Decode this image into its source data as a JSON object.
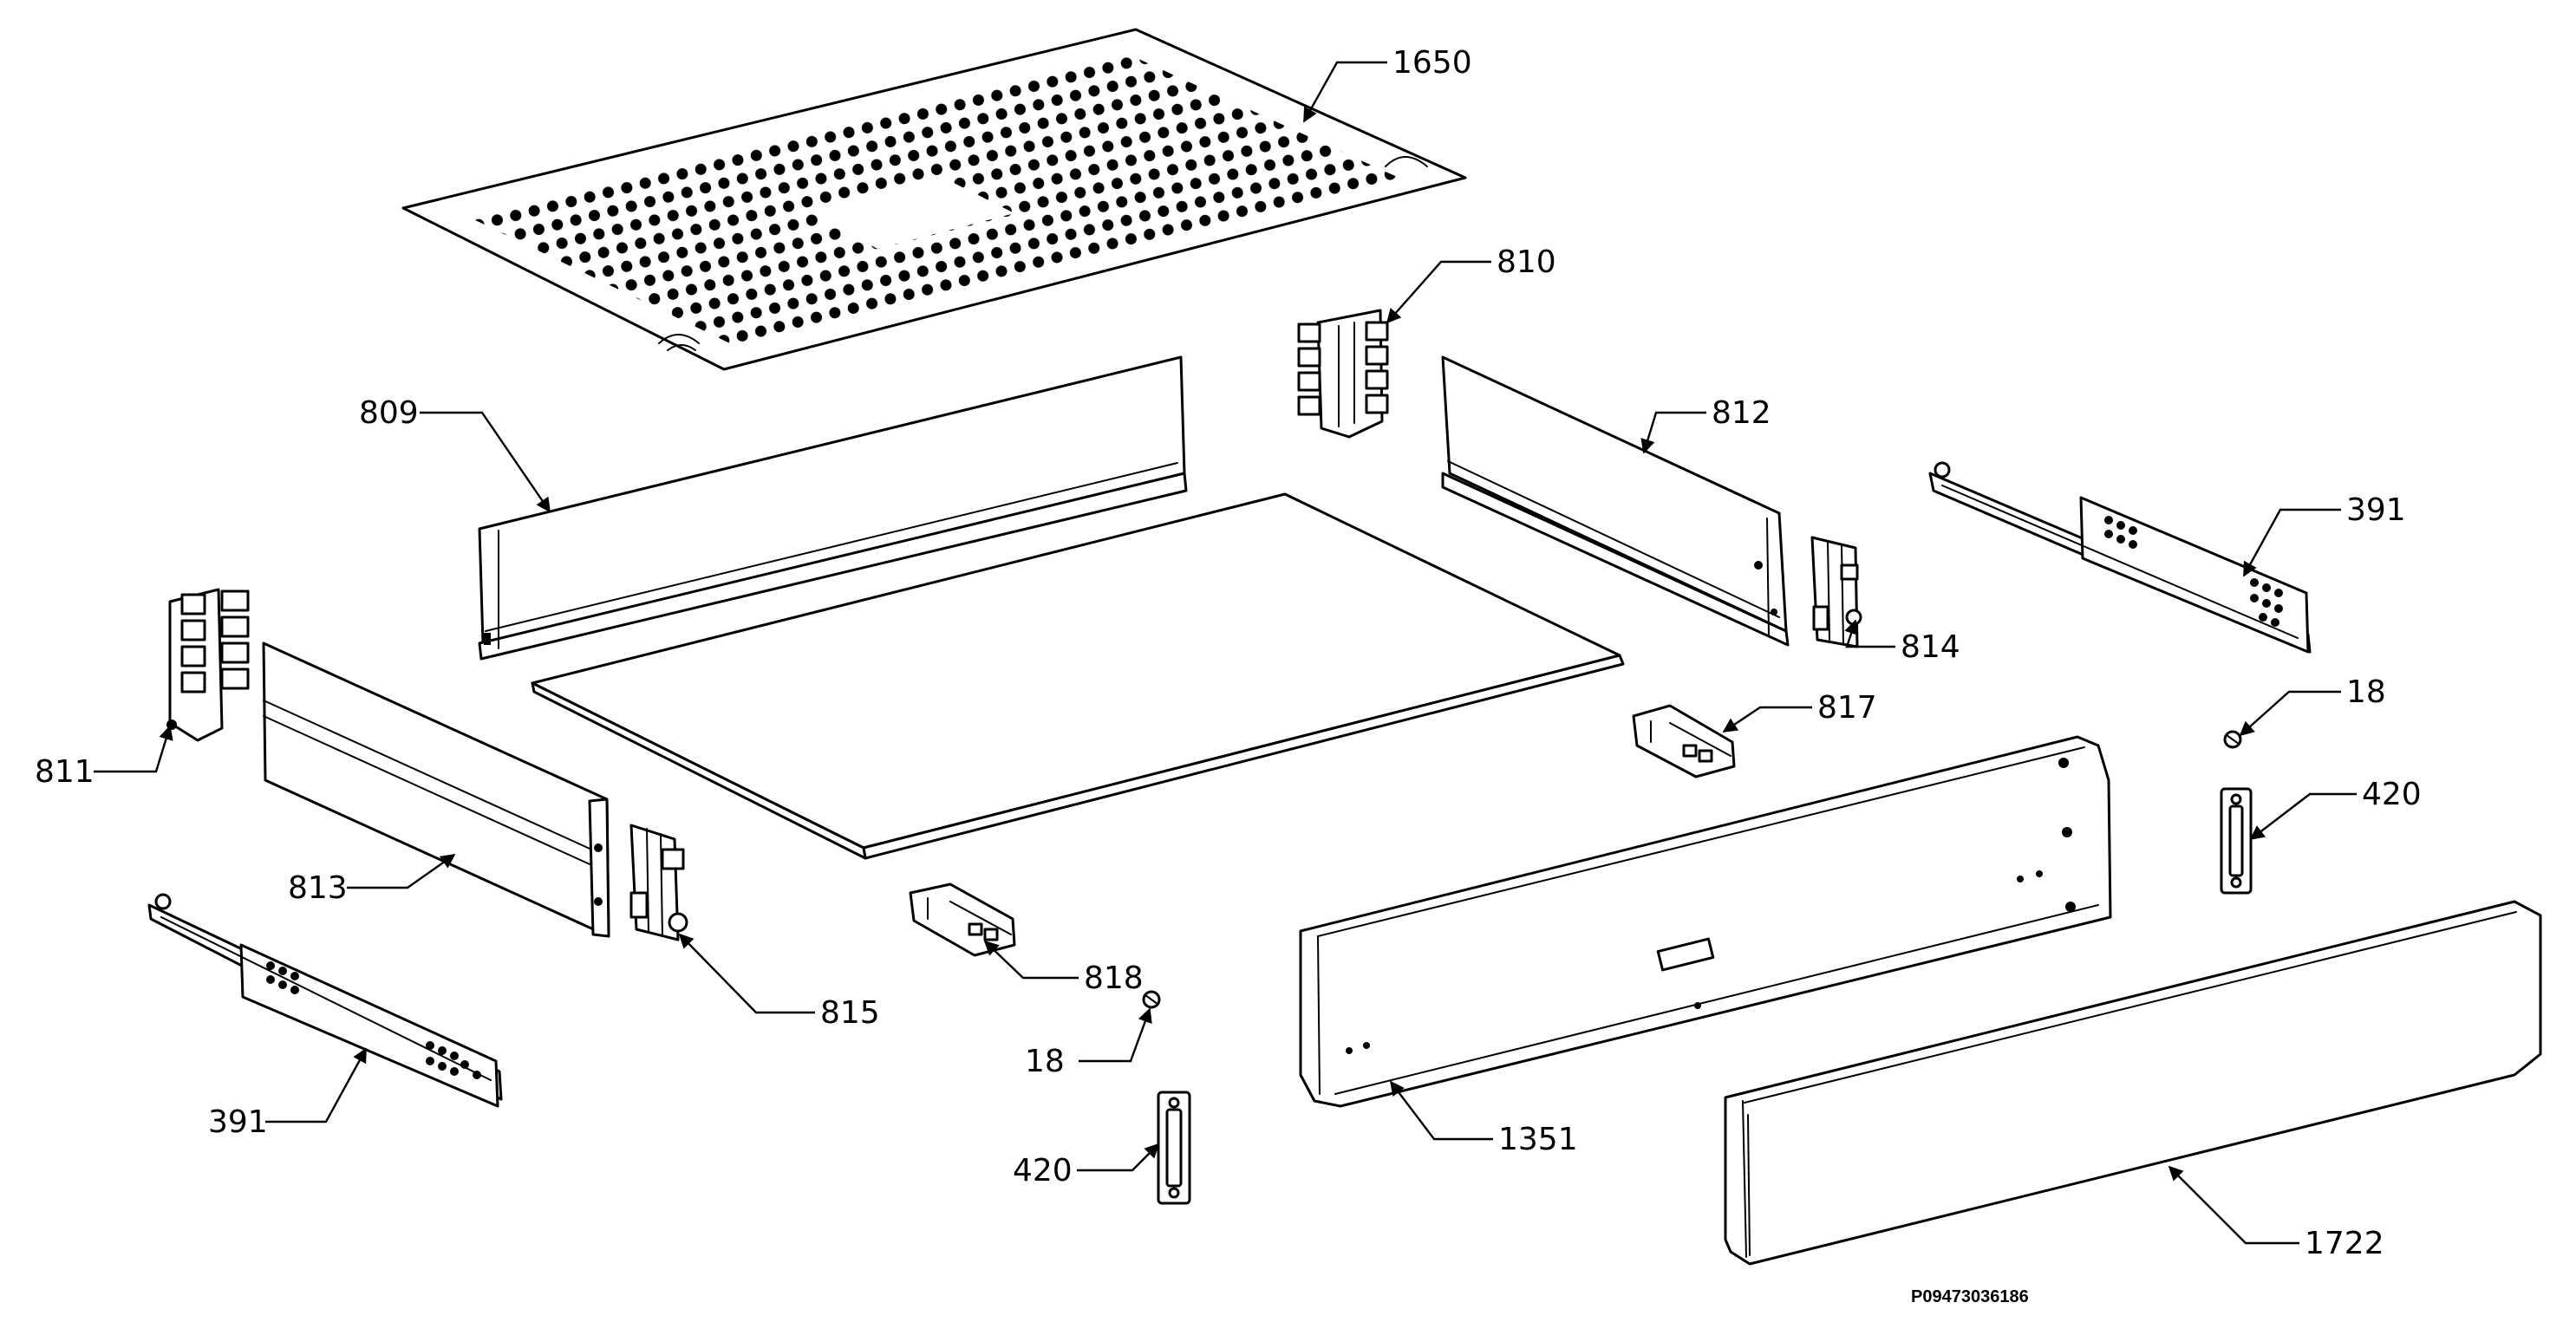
{
  "diagram": {
    "drawing_code": "P09473036186",
    "callouts": {
      "c1650": "1650",
      "c810": "810",
      "c809": "809",
      "c812": "812",
      "c391_top": "391",
      "c811": "811",
      "c814": "814",
      "c817": "817",
      "c18_right": "18",
      "c813": "813",
      "c420_right": "420",
      "c815": "815",
      "c818": "818",
      "c18_left": "18",
      "c391_bottom": "391",
      "c1351": "1351",
      "c420_left": "420",
      "c1722": "1722"
    }
  }
}
